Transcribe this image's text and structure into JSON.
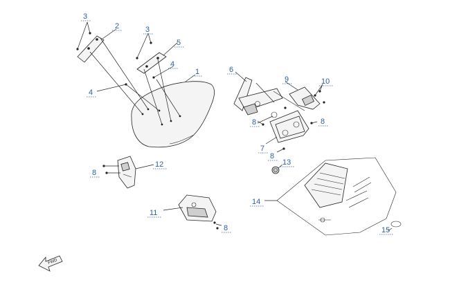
{
  "diagram": {
    "callouts": {
      "c1": "1",
      "c2": "2",
      "c3a": "3",
      "c3b": "3",
      "c4a": "4",
      "c4b": "4",
      "c5": "5",
      "c6": "6",
      "c7": "7",
      "c8a": "8",
      "c8b": "8",
      "c8c": "8",
      "c8d": "8",
      "c8e": "8",
      "c9": "9",
      "c10": "10",
      "c11": "11",
      "c12": "12",
      "c13": "13",
      "c14": "14",
      "c15": "15"
    },
    "direction_label": "FWD",
    "line_color": "#222222",
    "callout_color": "#2f5f9e"
  }
}
